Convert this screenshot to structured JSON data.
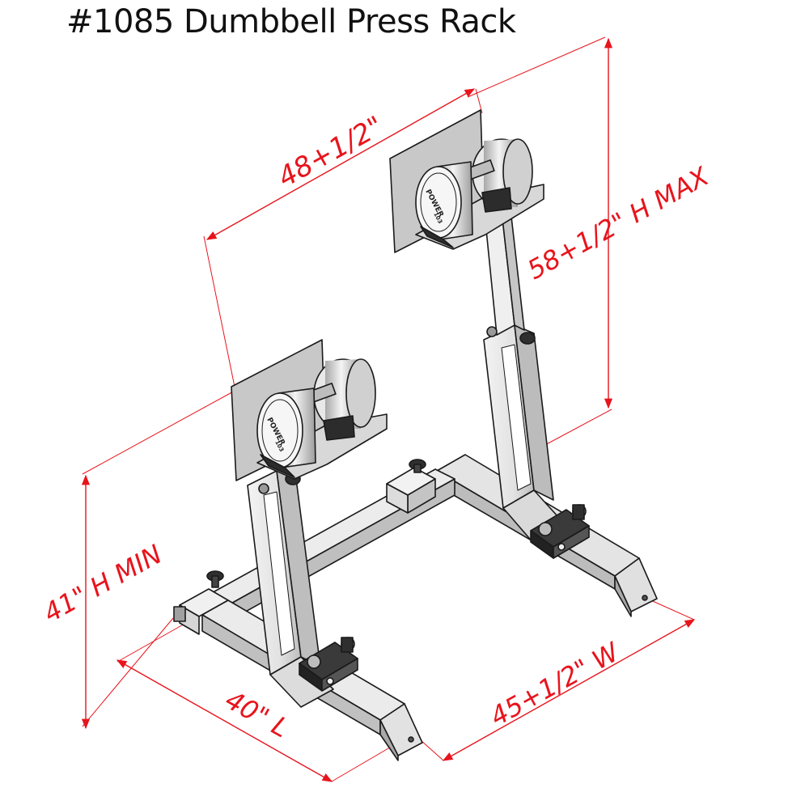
{
  "title": "#1085 Dumbbell Press Rack",
  "dimensions": {
    "depth_top": "48+1/2\"",
    "height_max": "58+1/2\" H MAX",
    "height_min": "41\" H MIN",
    "length": "40\" L",
    "width": "45+1/2\" W"
  },
  "dumbbell_text": {
    "brand": "POWER",
    "code": "103"
  },
  "colors": {
    "dimension": "#e8141c",
    "frame": "#e6e6e6",
    "frame_shade": "#bdbdbd",
    "dark_part": "#3a3a3a",
    "plate": "#c9c9c9",
    "outline": "#1a1a1a"
  }
}
